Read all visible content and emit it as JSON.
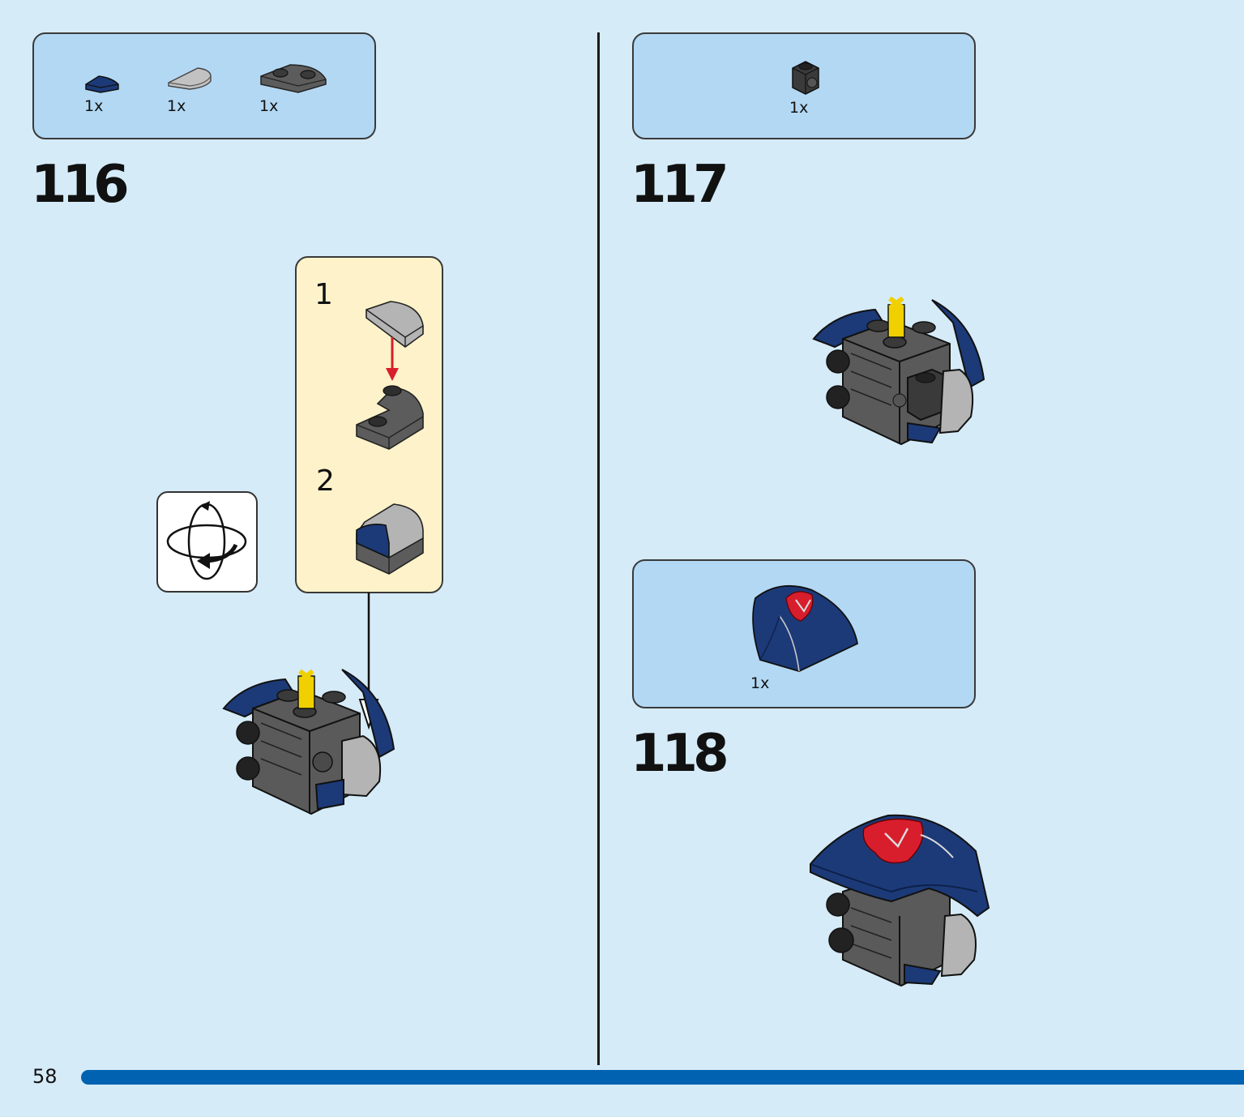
{
  "colors": {
    "background": "#d5ebf8",
    "parts_box": "#b3d8f3",
    "subassembly_box": "#fdf2c9",
    "progress_bar": "#0062b1",
    "dark_blue_brick": "#1c3a78",
    "dark_grey_brick": "#5a5a5a",
    "light_grey_brick": "#b0b0b0",
    "yellow_axle": "#f0d000",
    "arrow_red": "#d81e2c"
  },
  "steps": [
    {
      "number": "116",
      "parts": [
        {
          "icon": "dark-blue-curved-slope-icon",
          "qty": "1x"
        },
        {
          "icon": "light-grey-round-tile-icon",
          "qty": "1x"
        },
        {
          "icon": "dark-grey-round-plate-icon",
          "qty": "1x"
        }
      ],
      "subassembly_steps": [
        "1",
        "2"
      ],
      "rotate_icon": "rotate-model-icon"
    },
    {
      "number": "117",
      "parts": [
        {
          "icon": "black-brick-with-stud-icon",
          "qty": "1x"
        }
      ]
    },
    {
      "number": "118",
      "parts": [
        {
          "icon": "dark-blue-printed-helmet-panel-icon",
          "qty": "1x"
        }
      ]
    }
  ],
  "footer": {
    "page_number": "58"
  }
}
